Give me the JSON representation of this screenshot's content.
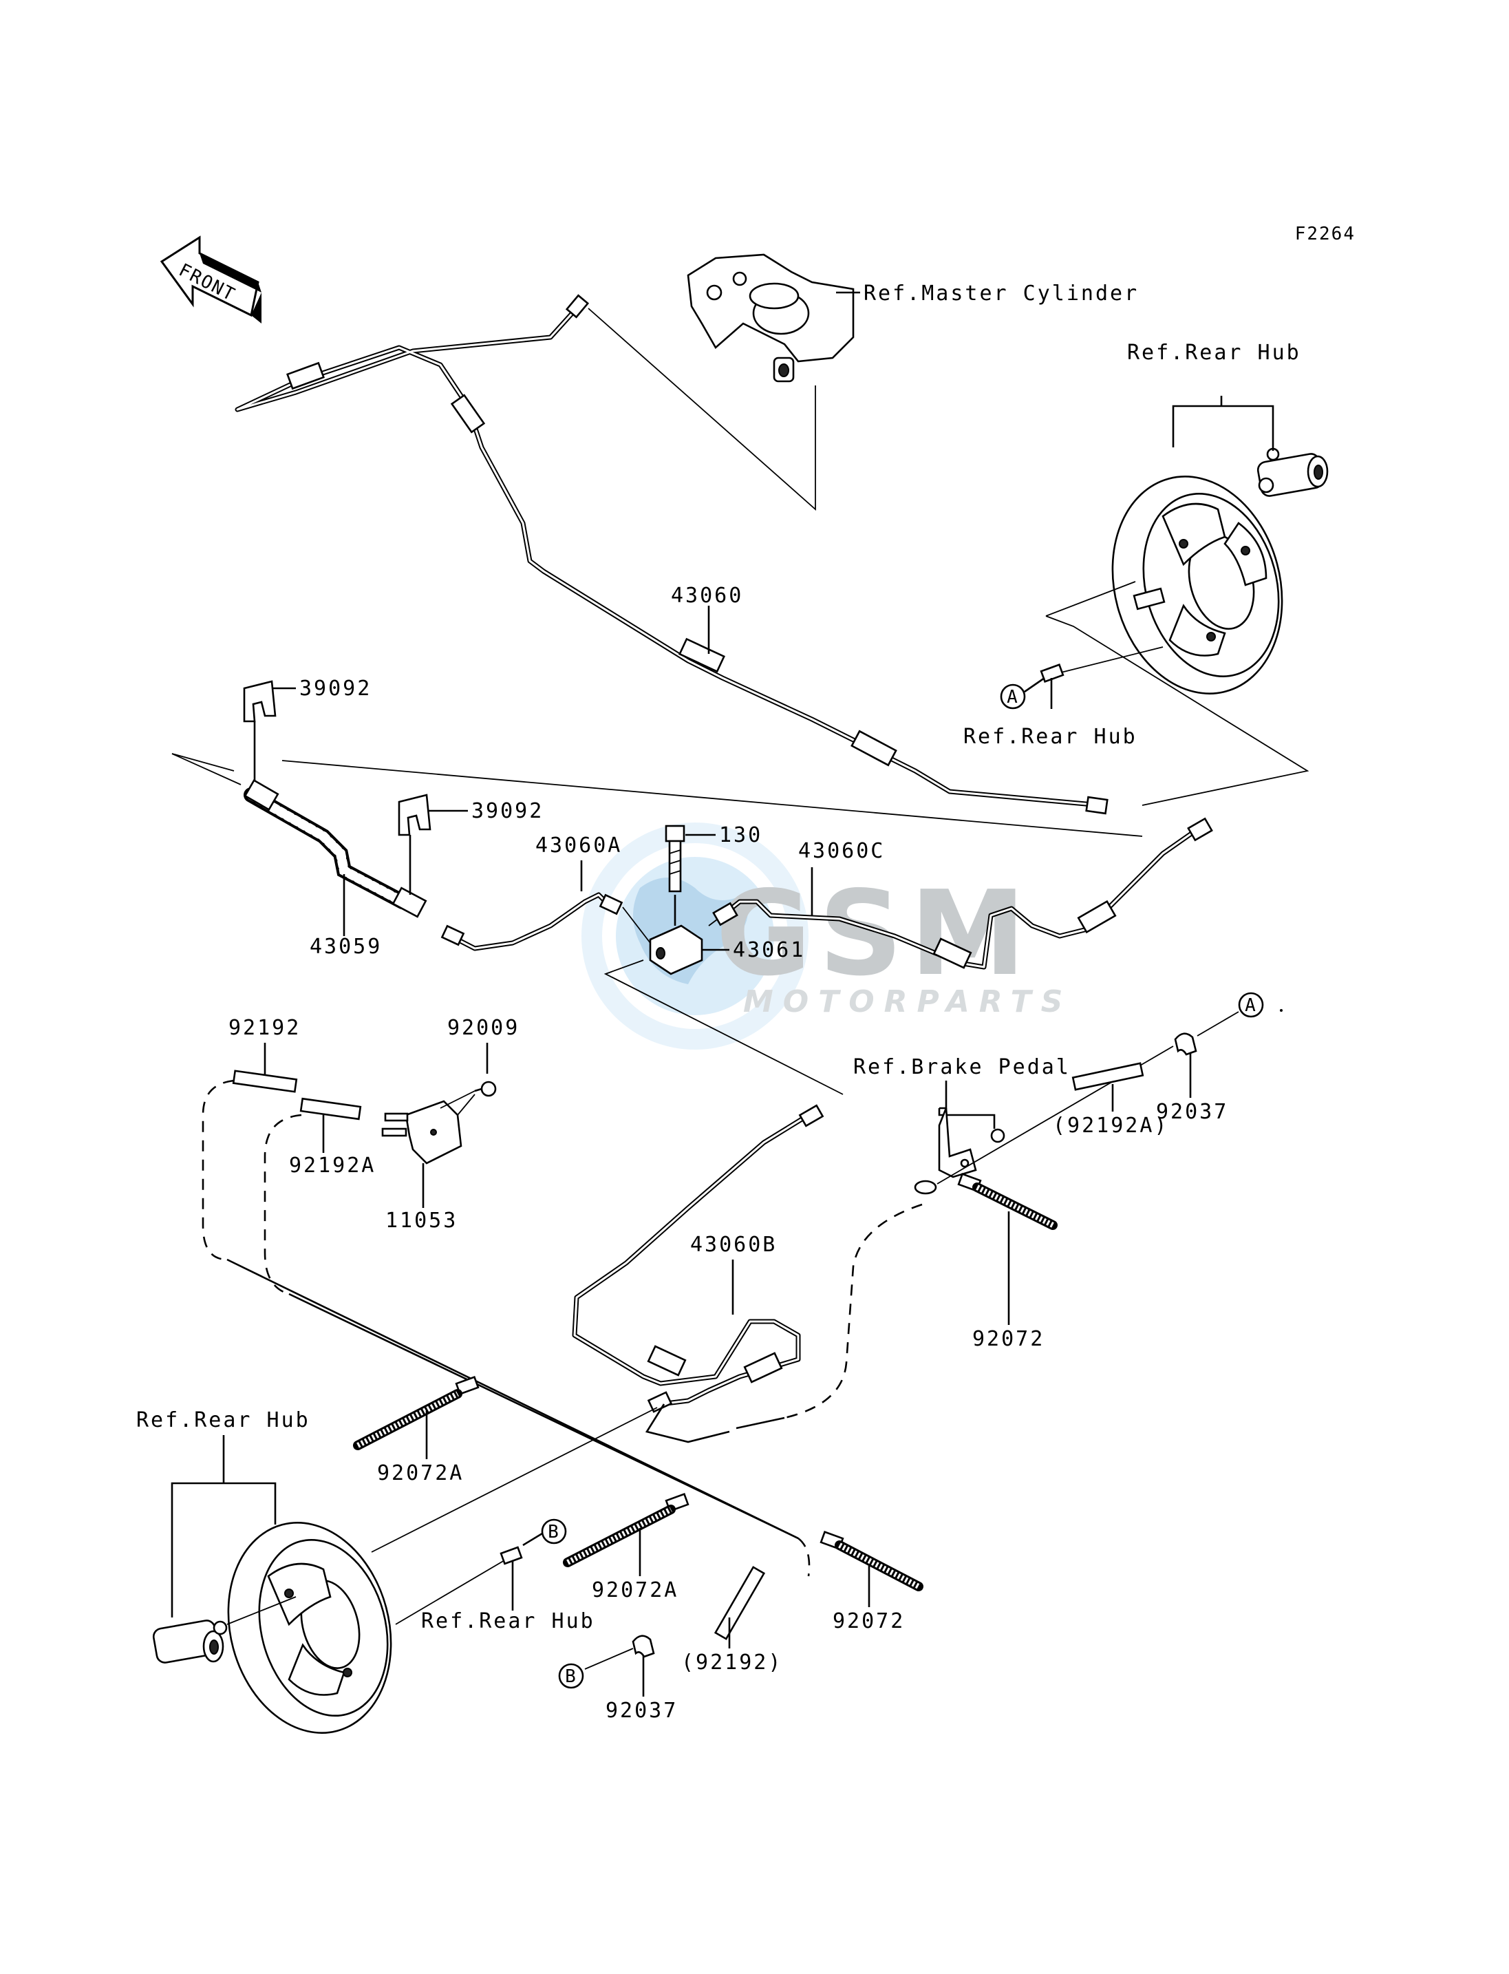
{
  "figure_code": "F2264",
  "front_label": "FRONT",
  "watermark": {
    "brand": "GSM",
    "sub": "MOTORPARTS"
  },
  "callouts": {
    "ref_master_cylinder": "Ref.Master Cylinder",
    "ref_rear_hub_top": "Ref.Rear Hub",
    "ref_rear_hub_mid": "Ref.Rear Hub",
    "ref_rear_hub_left": "Ref.Rear Hub",
    "ref_rear_hub_bottom": "Ref.Rear Hub",
    "ref_brake_pedal": "Ref.Brake Pedal",
    "p43060": "43060",
    "p39092_a": "39092",
    "p39092_b": "39092",
    "p43060a": "43060A",
    "p130": "130",
    "p43060c": "43060C",
    "p43061": "43061",
    "p43059": "43059",
    "p92192": "92192",
    "p92009": "92009",
    "p92192a": "92192A",
    "p11053": "11053",
    "p92192a_ref": "(92192A)",
    "p92037_a": "92037",
    "p43060b": "43060B",
    "p92072_a": "92072",
    "p92072a_a": "92072A",
    "p92072a_b": "92072A",
    "p92072_b": "92072",
    "p92192_ref": "(92192)",
    "p92037_b": "92037",
    "marker_a": "A",
    "marker_b": "B"
  }
}
